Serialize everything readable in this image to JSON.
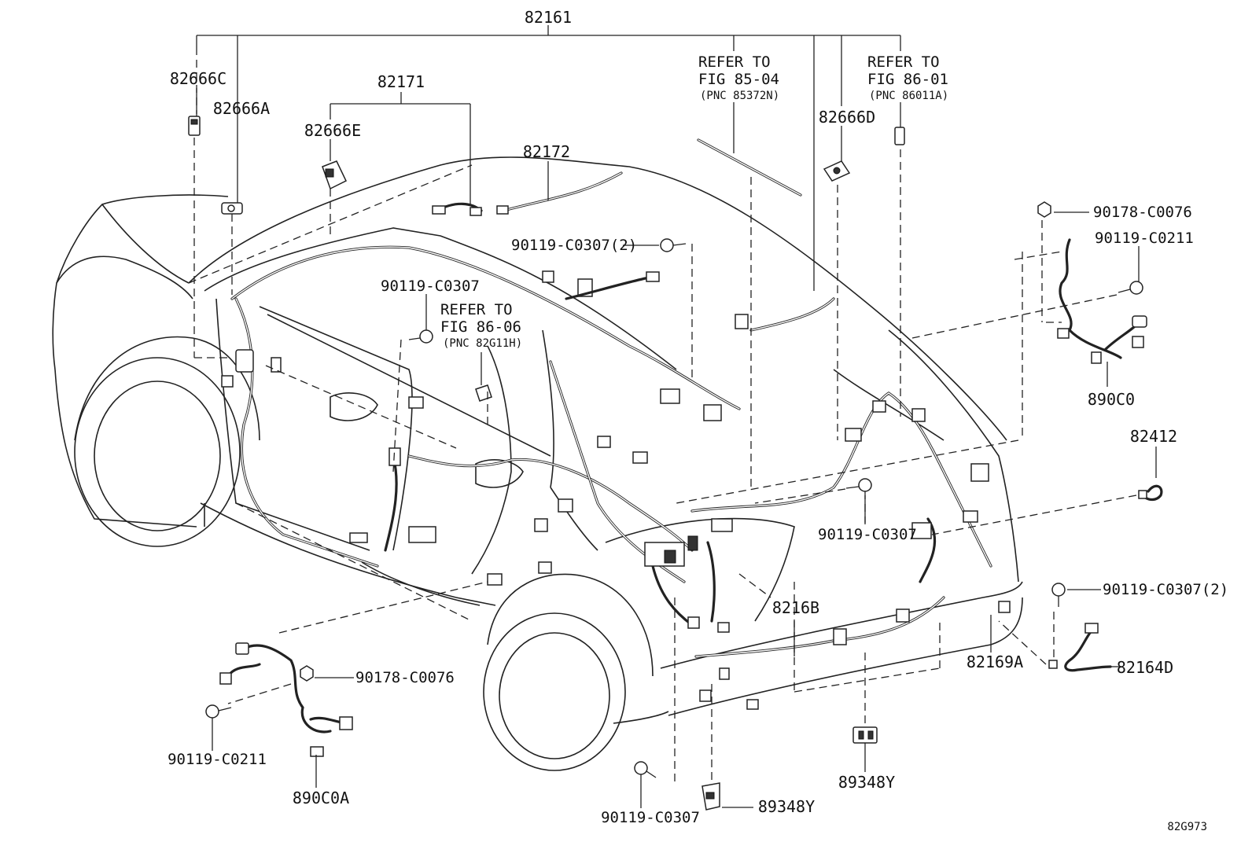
{
  "labels": {
    "p82161": "82161",
    "p82666C": "82666C",
    "p82666A": "82666A",
    "p82171": "82171",
    "p82666E": "82666E",
    "p82172": "82172",
    "p82666D": "82666D",
    "refer1_a": "REFER TO",
    "refer1_b": "FIG 85-04",
    "refer1_c": "(PNC 85372N)",
    "refer2_a": "REFER TO",
    "refer2_b": "FIG 86-01",
    "refer2_c": "(PNC 86011A)",
    "refer3_a": "REFER TO",
    "refer3_b": "FIG 86-06",
    "refer3_c": "(PNC 82G11H)",
    "bolt_c0307_2_top": "90119-C0307(2)",
    "bolt_c0307_mid": "90119-C0307",
    "nut_c0076_right": "90178-C0076",
    "bolt_c0211_right": "90119-C0211",
    "p890C0": "890C0",
    "p82412": "82412",
    "bolt_c0307_center": "90119-C0307",
    "p8216B": "8216B",
    "bolt_c0307_2_right": "90119-C0307(2)",
    "p82169A": "82169A",
    "p82164D": "82164D",
    "nut_c0076_left": "90178-C0076",
    "bolt_c0211_left": "90119-C0211",
    "p890C0A": "890C0A",
    "bolt_c0307_bottom": "90119-C0307",
    "p89348Y_center": "89348Y",
    "p89348Y_bottom": "89348Y",
    "figure_code": "82G973"
  }
}
